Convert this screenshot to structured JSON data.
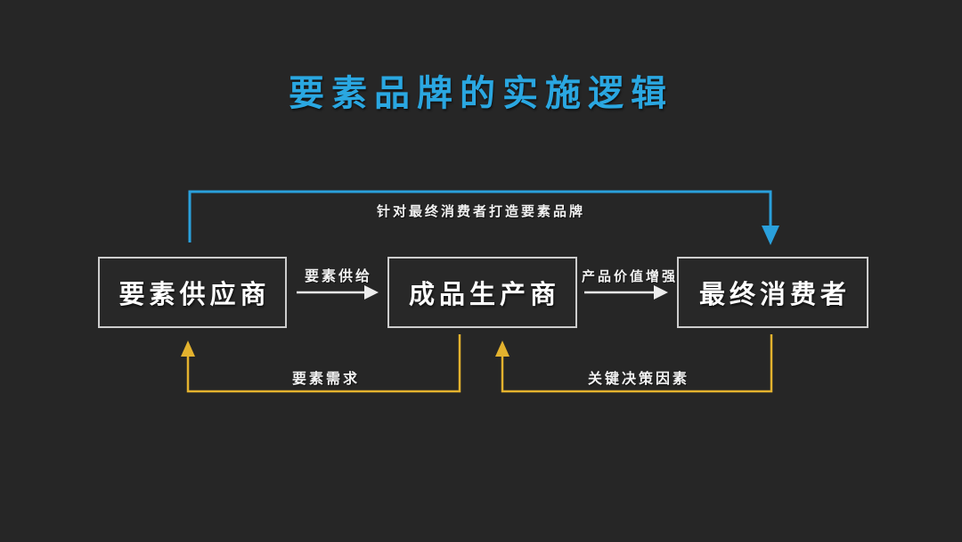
{
  "title": "要素品牌的实施逻辑",
  "colors": {
    "background": "#262626",
    "title_blue": "#2AA7E1",
    "arrow_blue": "#2AA0DC",
    "arrow_yellow": "#E3B22E",
    "arrow_white": "#EDEDED",
    "box_border": "#CDCDCD",
    "box_text": "#FFFFFF"
  },
  "diagram": {
    "nodes": [
      {
        "id": "supplier",
        "label": "要素供应商"
      },
      {
        "id": "producer",
        "label": "成品生产商"
      },
      {
        "id": "consumer",
        "label": "最终消费者"
      }
    ],
    "edges": [
      {
        "id": "supply",
        "from": "supplier",
        "to": "producer",
        "label": "要素供给",
        "color": "white",
        "route": "straight-right"
      },
      {
        "id": "value",
        "from": "producer",
        "to": "consumer",
        "label": "产品价值增强",
        "color": "white",
        "route": "straight-right"
      },
      {
        "id": "branding",
        "from": "supplier",
        "to": "consumer",
        "label": "针对最终消费者打造要素品牌",
        "color": "blue",
        "route": "top-loop"
      },
      {
        "id": "demand",
        "from": "producer",
        "to": "supplier",
        "label": "要素需求",
        "color": "yellow",
        "route": "bottom-loop"
      },
      {
        "id": "decision",
        "from": "consumer",
        "to": "producer",
        "label": "关键决策因素",
        "color": "yellow",
        "route": "bottom-loop"
      }
    ]
  }
}
